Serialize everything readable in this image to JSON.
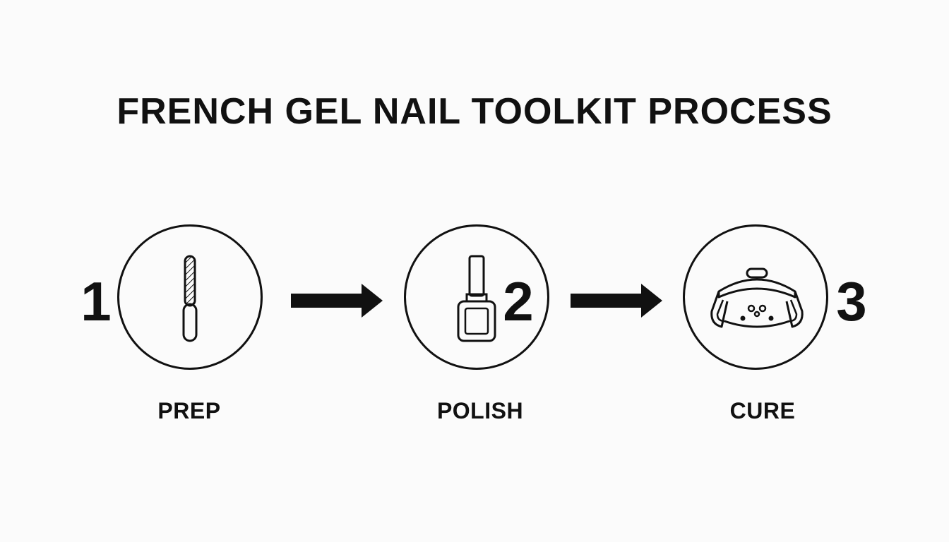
{
  "title": "FRENCH GEL NAIL TOOLKIT PROCESS",
  "steps": [
    {
      "number": "1",
      "label": "PREP",
      "icon": "nail-file-icon"
    },
    {
      "number": "2",
      "label": "POLISH",
      "icon": "nail-polish-bottle-icon"
    },
    {
      "number": "3",
      "label": "CURE",
      "icon": "uv-lamp-icon"
    }
  ],
  "colors": {
    "ink": "#111111",
    "background": "#fbfbfb"
  }
}
